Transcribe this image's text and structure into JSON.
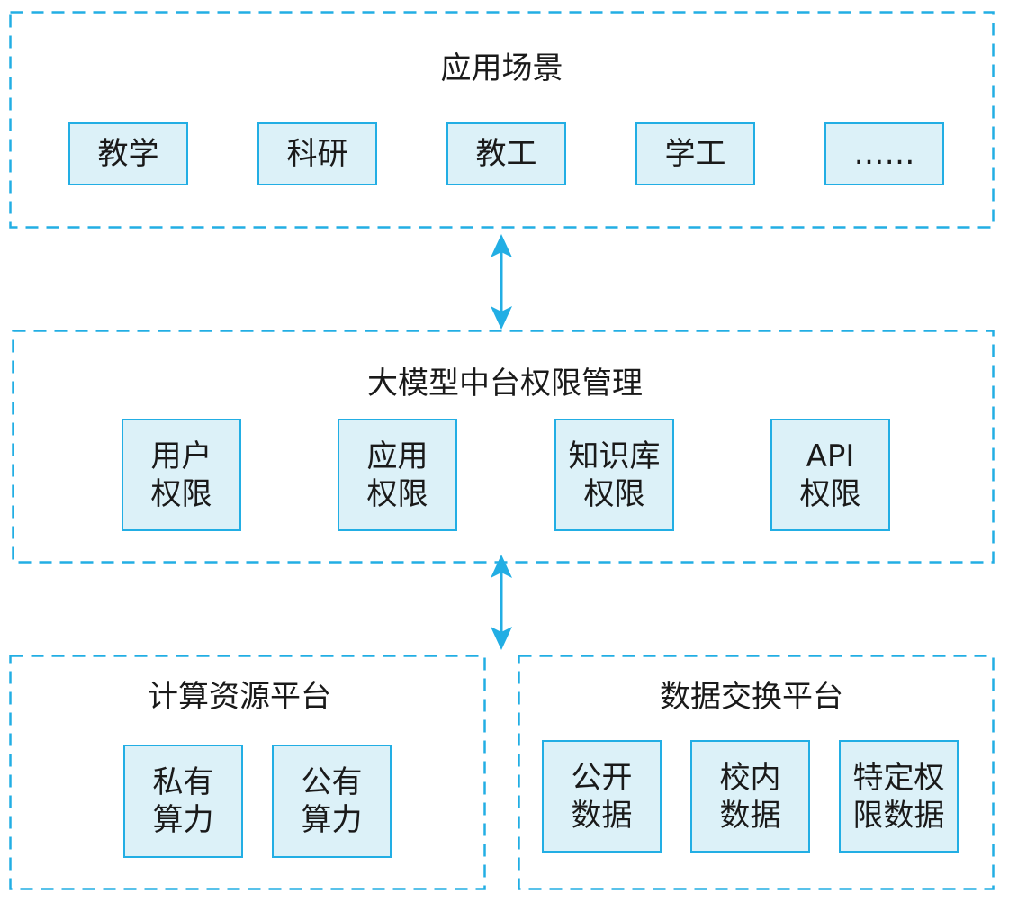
{
  "colors": {
    "accent": "#22aee4",
    "box_fill": "#dcf1f8",
    "text": "#1a1a1a"
  },
  "application_scenarios": {
    "title": "应用场景",
    "items": [
      "教学",
      "科研",
      "教工",
      "学工",
      "……"
    ]
  },
  "permission_management": {
    "title": "大模型中台权限管理",
    "items": [
      {
        "line1": "用户",
        "line2": "权限"
      },
      {
        "line1": "应用",
        "line2": "权限"
      },
      {
        "line1": "知识库",
        "line2": "权限"
      },
      {
        "line1": "API",
        "line2": "权限"
      }
    ]
  },
  "compute_platform": {
    "title": "计算资源平台",
    "items": [
      {
        "line1": "私有",
        "line2": "算力"
      },
      {
        "line1": "公有",
        "line2": "算力"
      }
    ]
  },
  "data_exchange_platform": {
    "title": "数据交换平台",
    "items": [
      {
        "line1": "公开",
        "line2": "数据"
      },
      {
        "line1": "校内",
        "line2": "数据"
      },
      {
        "line1": "特定权",
        "line2": "限数据"
      }
    ]
  },
  "icons": [
    "double-arrow-icon",
    "double-arrow-icon"
  ]
}
